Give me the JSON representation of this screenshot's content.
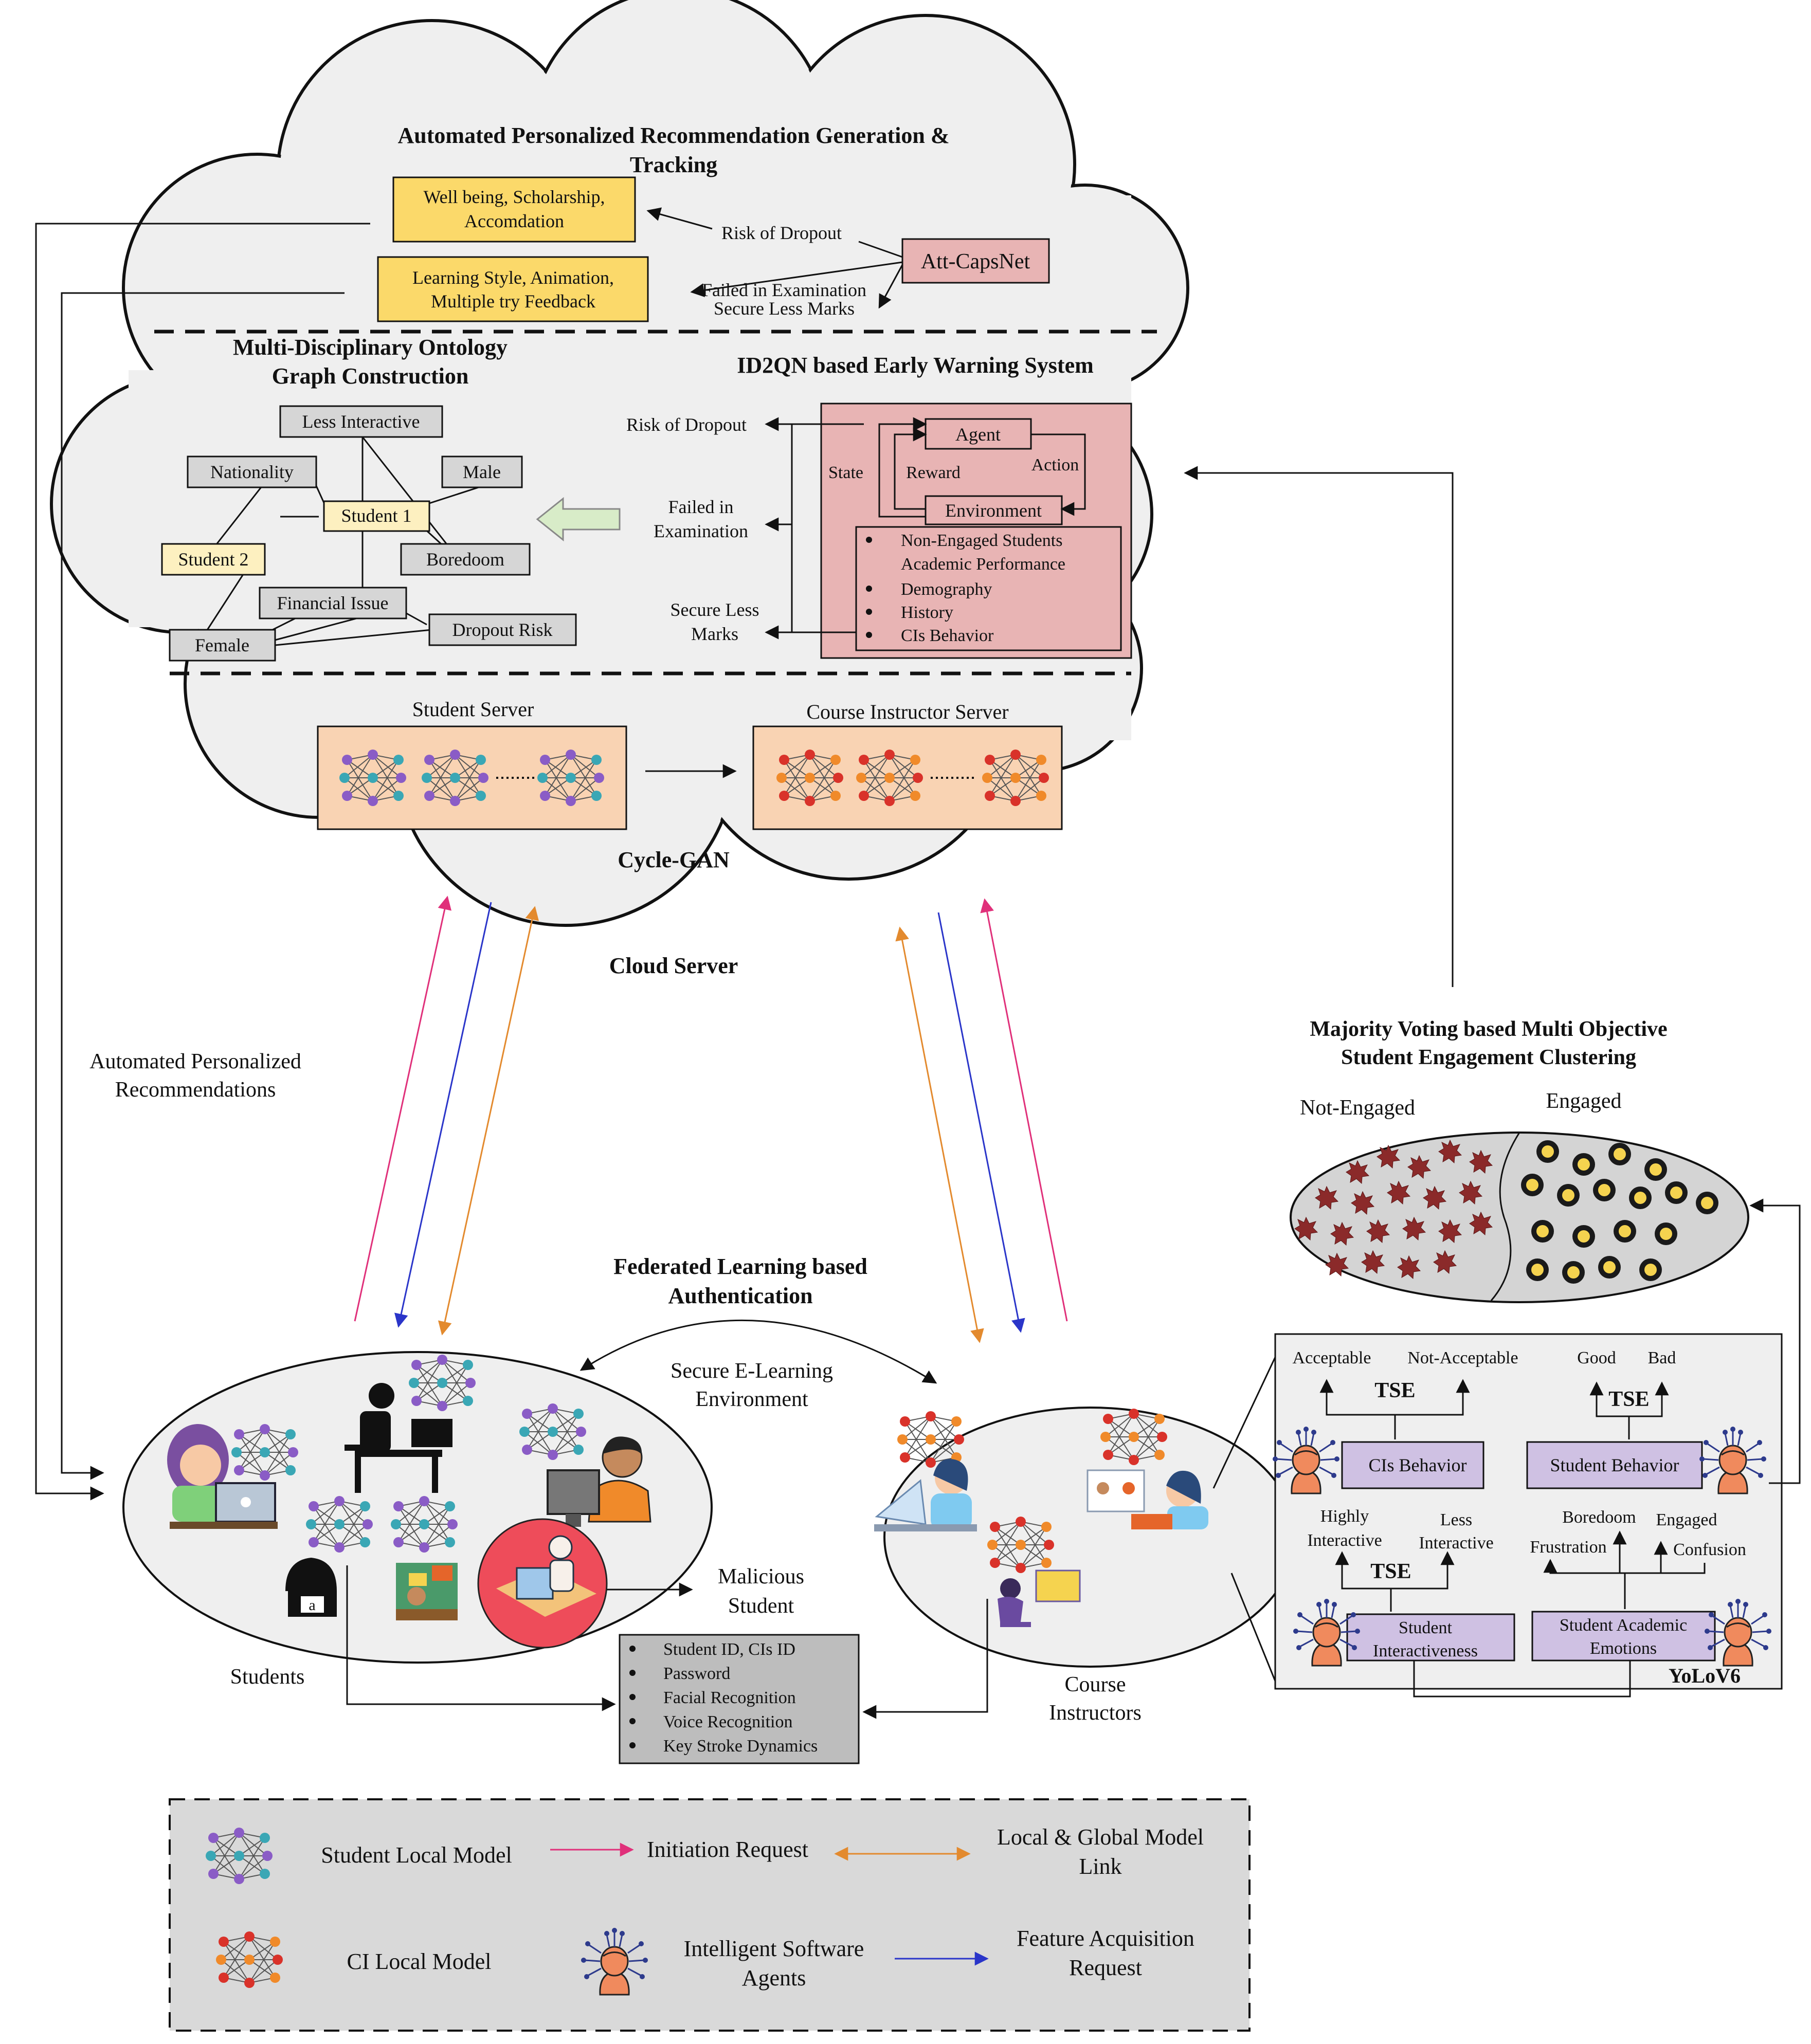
{
  "cloud": {
    "title_line1": "Automated Personalized Recommendation Generation &",
    "title_line2": "Tracking",
    "rec_box1_line1": "Well being, Scholarship,",
    "rec_box1_line2": "Accomdation",
    "rec_box2_line1": "Learning Style, Animation,",
    "rec_box2_line2": "Multiple try Feedback",
    "risk_of_dropout": "Risk of Dropout",
    "failed_in_exam": "Failed in Examination",
    "secure_less_marks": "Secure Less Marks",
    "attcapsnet": "Att-CapsNet",
    "ontology_title_line1": "Multi-Disciplinary Ontology",
    "ontology_title_line2": "Graph Construction",
    "ews_title": "ID2QN based Early Warning System",
    "cloud_label": "Cloud Server",
    "cyclegan": "Cycle-GAN",
    "student_server": "Student Server",
    "ci_server": "Course Instructor Server"
  },
  "ontology": {
    "less_interactive": "Less Interactive",
    "nationality": "Nationality",
    "male": "Male",
    "student1": "Student 1",
    "student2": "Student 2",
    "boredoom": "Boredoom",
    "financial_issue": "Financial Issue",
    "female": "Female",
    "dropout_risk": "Dropout Risk"
  },
  "ews": {
    "risk_of_dropout": "Risk of Dropout",
    "failed_line1": "Failed in",
    "failed_line2": "Examination",
    "secure_line1": "Secure Less",
    "secure_line2": "Marks",
    "agent": "Agent",
    "reward": "Reward",
    "action": "Action",
    "state": "State",
    "environment": "Environment",
    "bullets": [
      "Non-Engaged   Students",
      "Academic Performance",
      "Demography",
      "History",
      "CIs Behavior"
    ]
  },
  "left_label_line1": "Automated Personalized",
  "left_label_line2": "Recommendations",
  "fl": {
    "title_line1": "Federated Learning based",
    "title_line2": "Authentication",
    "secure_line1": "Secure E-Learning",
    "secure_line2": "Environment",
    "students": "Students",
    "course_line1": "Course",
    "course_line2": "Instructors",
    "malicious_line1": "Malicious",
    "malicious_line2": "Student",
    "auth_items": [
      "Student ID, CIs ID",
      "Password",
      "Facial Recognition",
      "Voice Recognition",
      "Key Stroke Dynamics"
    ]
  },
  "clustering": {
    "title_line1": "Majority Voting based Multi Objective",
    "title_line2": "Student Engagement Clustering",
    "not_engaged": "Not-Engaged",
    "engaged": "Engaged"
  },
  "yolo": {
    "acceptable": "Acceptable",
    "not_acceptable": "Not-Acceptable",
    "tse": "TSE",
    "good": "Good",
    "bad": "Bad",
    "cis_behavior": "CIs Behavior",
    "student_behavior": "Student Behavior",
    "highly_line1": "Highly",
    "highly_line2": "Interactive",
    "less_line1": "Less",
    "less_line2": "Interactive",
    "boredoom": "Boredoom",
    "engaged": "Engaged",
    "frustration": "Frustration",
    "confusion": "Confusion",
    "student_interactiveness_line1": "Student",
    "student_interactiveness_line2": "Interactiveness",
    "student_academic_line1": "Student Academic",
    "student_academic_line2": "Emotions",
    "yolov6": "YoLoV6"
  },
  "legend": {
    "student_local_model": "Student Local Model",
    "initiation_request": "Initiation Request",
    "local_global_line1": "Local & Global Model",
    "local_global_line2": "Link",
    "ci_local_model": "CI Local Model",
    "isa_line1": "Intelligent Software",
    "isa_line2": "Agents",
    "far_line1": "Feature Acquisition",
    "far_line2": "Request"
  },
  "colors": {
    "yellow_box": "#fbd96a",
    "pink_box": "#e8b4b4",
    "peach_box": "#f9d3b3",
    "gray_box": "#d6d6d6",
    "purple_box": "#cfc1e3",
    "pink_arrow": "#e0307a",
    "orange_arrow": "#e38a2e",
    "blue_arrow": "#2a35c9",
    "star_red": "#8b2a2a",
    "sun_yellow": "#f5d34f"
  }
}
